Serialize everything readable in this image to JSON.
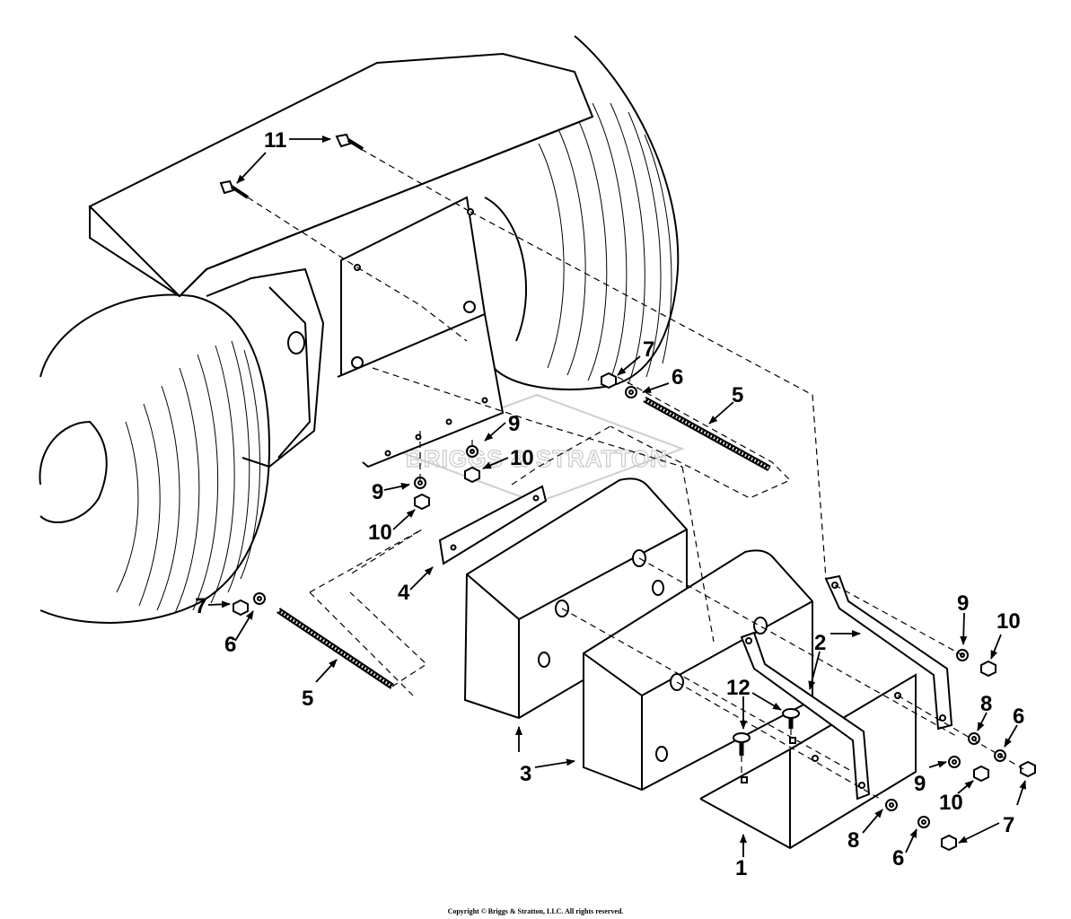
{
  "watermark": "BRIGGS & STRATTON",
  "callouts": {
    "c1": "1",
    "c2": "2",
    "c3": "3",
    "c4": "4",
    "c5": "5",
    "c6": "6",
    "c7": "7",
    "c8": "8",
    "c9": "9",
    "c10": "10",
    "c11": "11",
    "c12": "12"
  },
  "copyright": "Copyright © Briggs & Stratton, LLC. All rights reserved."
}
